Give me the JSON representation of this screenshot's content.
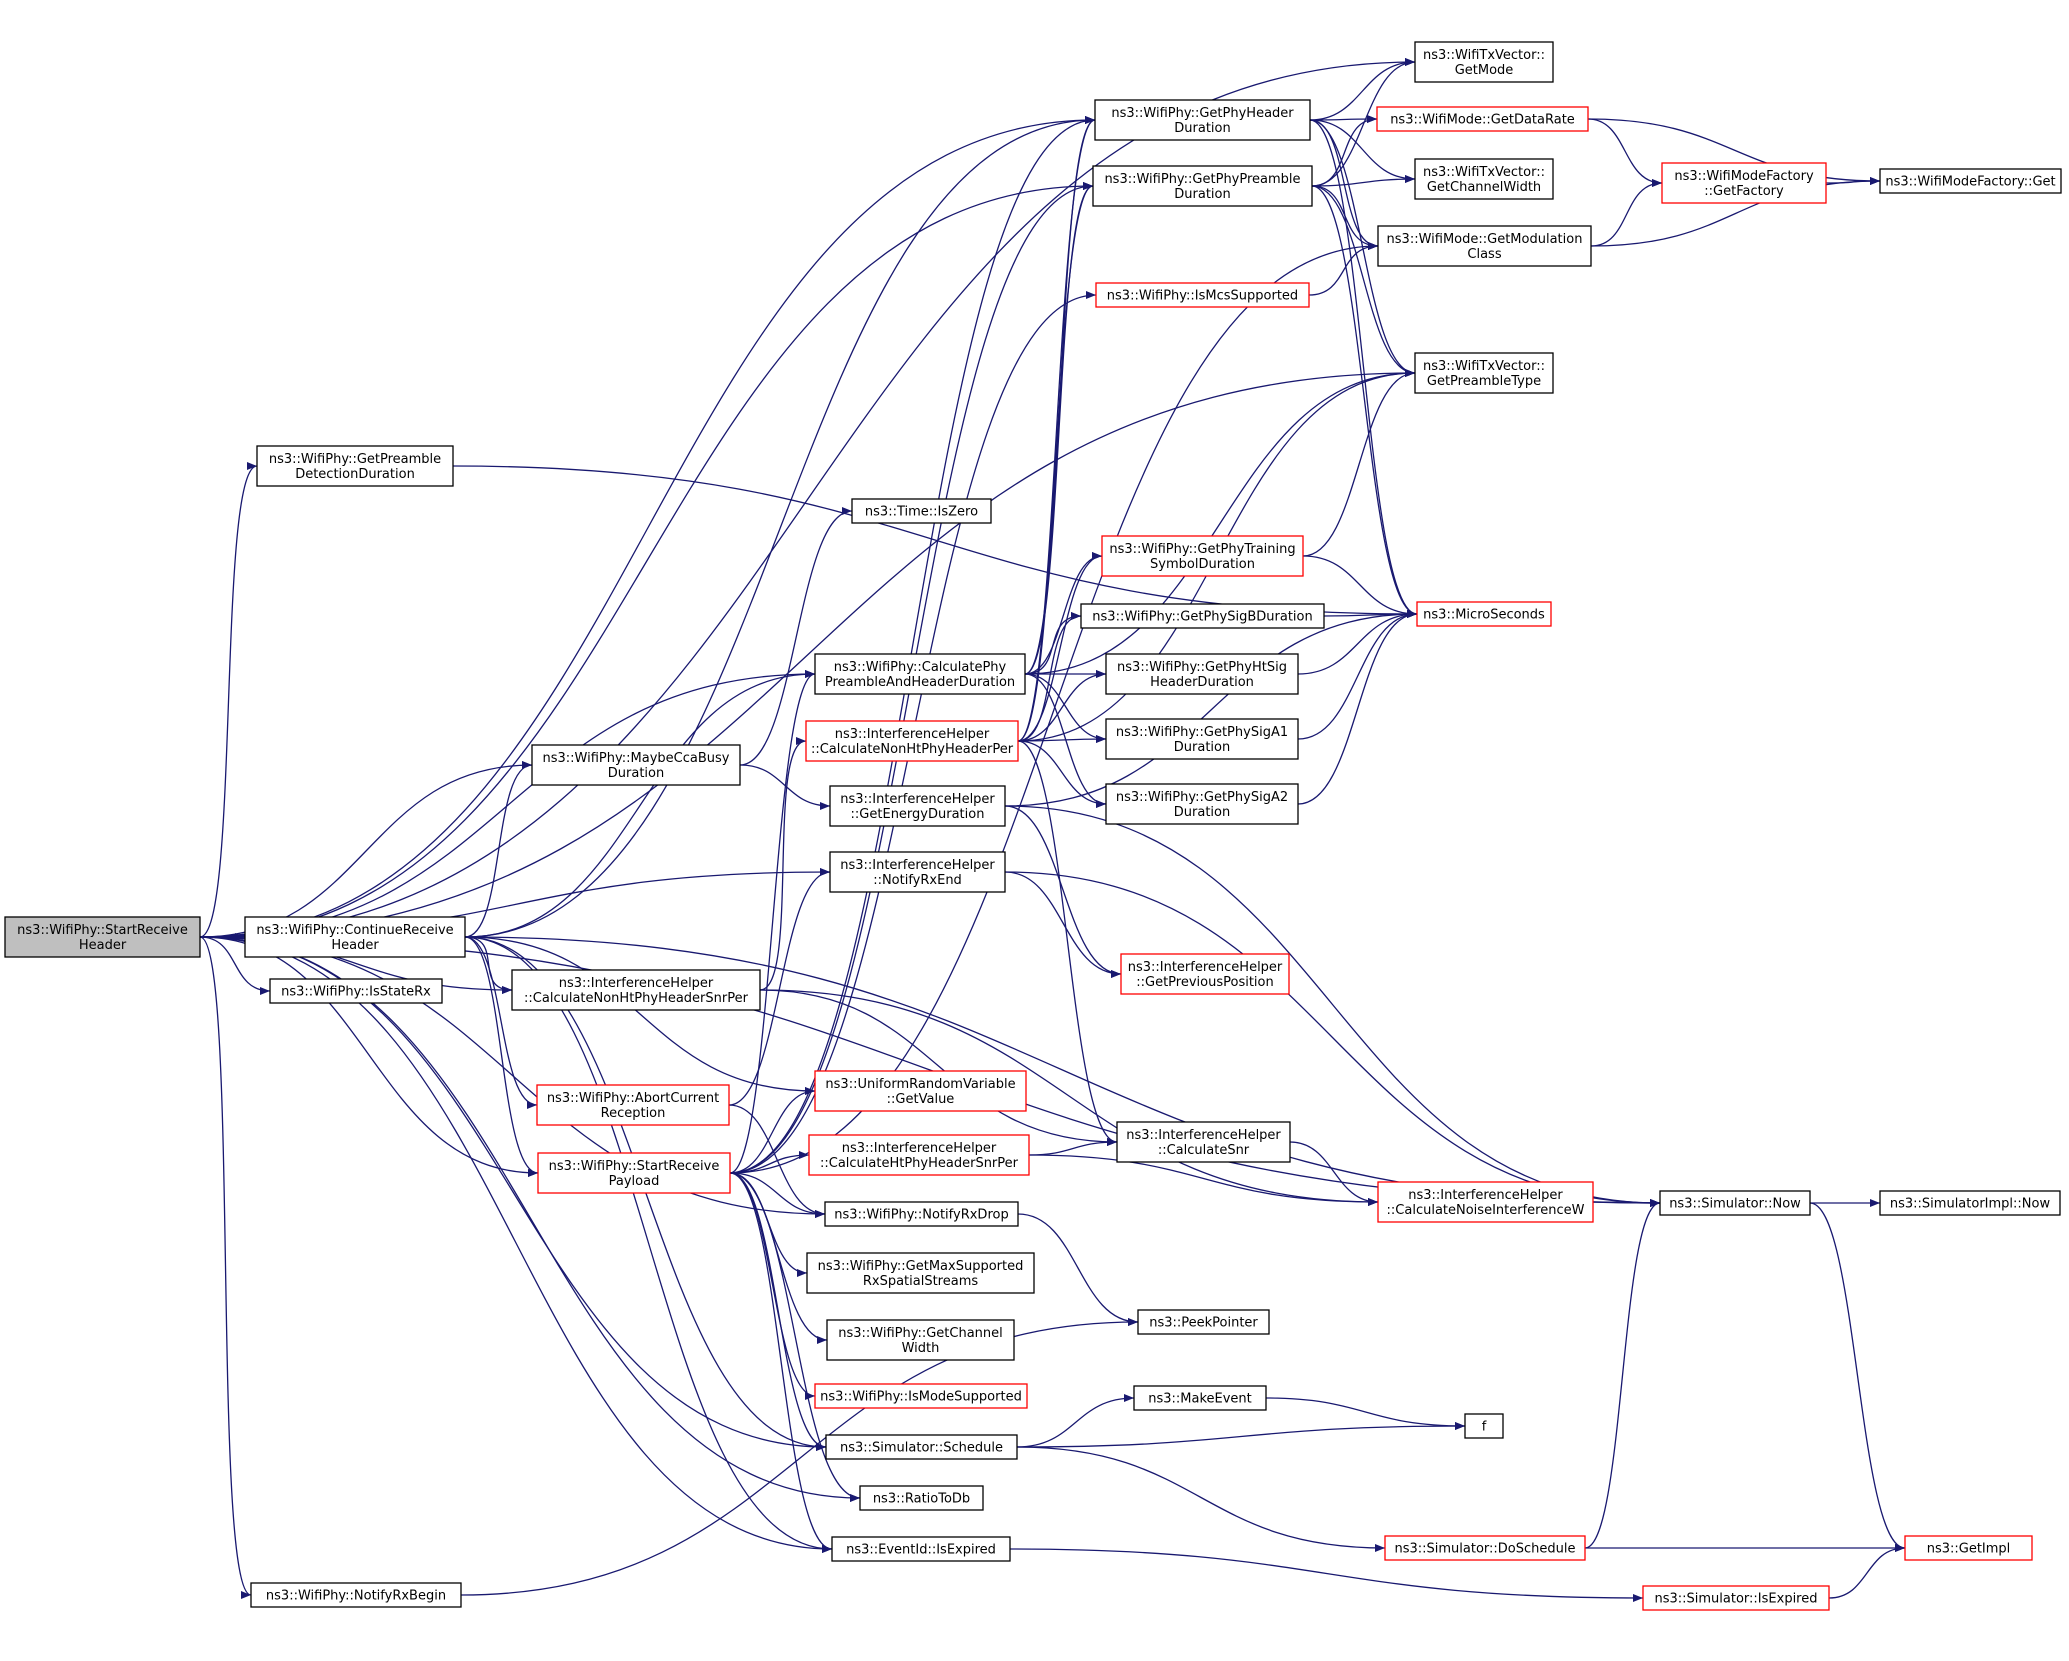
{
  "nodes": [
    {
      "id": "startHdr",
      "lines": [
        "ns3::WifiPhy::StartReceive",
        "Header"
      ],
      "style": "grey"
    },
    {
      "id": "contHdr",
      "lines": [
        "ns3::WifiPhy::ContinueReceive",
        "Header"
      ],
      "style": "black"
    },
    {
      "id": "isStateRx",
      "lines": [
        "ns3::WifiPhy::IsStateRx"
      ],
      "style": "black"
    },
    {
      "id": "getPreambleDet",
      "lines": [
        "ns3::WifiPhy::GetPreamble",
        "DetectionDuration"
      ],
      "style": "black"
    },
    {
      "id": "notifyRxBegin",
      "lines": [
        "ns3::WifiPhy::NotifyRxBegin"
      ],
      "style": "black"
    },
    {
      "id": "calcNonHtSnrPer",
      "lines": [
        "ns3::InterferenceHelper",
        "::CalculateNonHtPhyHeaderSnrPer"
      ],
      "style": "black"
    },
    {
      "id": "maybeCca",
      "lines": [
        "ns3::WifiPhy::MaybeCcaBusy",
        "Duration"
      ],
      "style": "black"
    },
    {
      "id": "abortCur",
      "lines": [
        "ns3::WifiPhy::AbortCurrent",
        "Reception"
      ],
      "style": "red"
    },
    {
      "id": "startPayload",
      "lines": [
        "ns3::WifiPhy::StartReceive",
        "Payload"
      ],
      "style": "red"
    },
    {
      "id": "timeIsZero",
      "lines": [
        "ns3::Time::IsZero"
      ],
      "style": "black"
    },
    {
      "id": "calcPhyPreHdr",
      "lines": [
        "ns3::WifiPhy::CalculatePhy",
        "PreambleAndHeaderDuration"
      ],
      "style": "black"
    },
    {
      "id": "calcNonHtPer",
      "lines": [
        "ns3::InterferenceHelper",
        "::CalculateNonHtPhyHeaderPer"
      ],
      "style": "red"
    },
    {
      "id": "getEnergyDur",
      "lines": [
        "ns3::InterferenceHelper",
        "::GetEnergyDuration"
      ],
      "style": "black"
    },
    {
      "id": "notifyRxEnd",
      "lines": [
        "ns3::InterferenceHelper",
        "::NotifyRxEnd"
      ],
      "style": "black"
    },
    {
      "id": "uniformGetValue",
      "lines": [
        "ns3::UniformRandomVariable",
        "::GetValue"
      ],
      "style": "red"
    },
    {
      "id": "calcHtSnr",
      "lines": [
        "ns3::InterferenceHelper",
        "::CalculateHtPhyHeaderSnrPer"
      ],
      "style": "red"
    },
    {
      "id": "notifyRxDrop",
      "lines": [
        "ns3::WifiPhy::NotifyRxDrop"
      ],
      "style": "black"
    },
    {
      "id": "getMaxSupStreams",
      "lines": [
        "ns3::WifiPhy::GetMaxSupported",
        "RxSpatialStreams"
      ],
      "style": "black"
    },
    {
      "id": "getChanWidth",
      "lines": [
        "ns3::WifiPhy::GetChannel",
        "Width"
      ],
      "style": "black"
    },
    {
      "id": "isModeSup",
      "lines": [
        "ns3::WifiPhy::IsModeSupported"
      ],
      "style": "red"
    },
    {
      "id": "schedule",
      "lines": [
        "ns3::Simulator::Schedule"
      ],
      "style": "black"
    },
    {
      "id": "ratioToDb",
      "lines": [
        "ns3::RatioToDb"
      ],
      "style": "black"
    },
    {
      "id": "eventIsExpired",
      "lines": [
        "ns3::EventId::IsExpired"
      ],
      "style": "black"
    },
    {
      "id": "getPhyHdrDur",
      "lines": [
        "ns3::WifiPhy::GetPhyHeader",
        "Duration"
      ],
      "style": "black"
    },
    {
      "id": "getPhyPreDur",
      "lines": [
        "ns3::WifiPhy::GetPhyPreamble",
        "Duration"
      ],
      "style": "black"
    },
    {
      "id": "isMcsSup",
      "lines": [
        "ns3::WifiPhy::IsMcsSupported"
      ],
      "style": "red"
    },
    {
      "id": "getTrainSym",
      "lines": [
        "ns3::WifiPhy::GetPhyTraining",
        "SymbolDuration"
      ],
      "style": "red"
    },
    {
      "id": "getSigBDur",
      "lines": [
        "ns3::WifiPhy::GetPhySigBDuration"
      ],
      "style": "black"
    },
    {
      "id": "getHtSigHdr",
      "lines": [
        "ns3::WifiPhy::GetPhyHtSig",
        "HeaderDuration"
      ],
      "style": "black"
    },
    {
      "id": "getSigA1",
      "lines": [
        "ns3::WifiPhy::GetPhySigA1",
        "Duration"
      ],
      "style": "black"
    },
    {
      "id": "getSigA2",
      "lines": [
        "ns3::WifiPhy::GetPhySigA2",
        "Duration"
      ],
      "style": "black"
    },
    {
      "id": "getPrevPos",
      "lines": [
        "ns3::InterferenceHelper",
        "::GetPreviousPosition"
      ],
      "style": "red"
    },
    {
      "id": "calcSnr",
      "lines": [
        "ns3::InterferenceHelper",
        "::CalculateSnr"
      ],
      "style": "black"
    },
    {
      "id": "peekPointer",
      "lines": [
        "ns3::PeekPointer"
      ],
      "style": "black"
    },
    {
      "id": "makeEvent",
      "lines": [
        "ns3::MakeEvent"
      ],
      "style": "black"
    },
    {
      "id": "doSchedule",
      "lines": [
        "ns3::Simulator::DoSchedule"
      ],
      "style": "red"
    },
    {
      "id": "txGetMode",
      "lines": [
        "ns3::WifiTxVector::",
        "GetMode"
      ],
      "style": "black"
    },
    {
      "id": "getDataRate",
      "lines": [
        "ns3::WifiMode::GetDataRate"
      ],
      "style": "red"
    },
    {
      "id": "txChanWidth",
      "lines": [
        "ns3::WifiTxVector::",
        "GetChannelWidth"
      ],
      "style": "black"
    },
    {
      "id": "getModClass",
      "lines": [
        "ns3::WifiMode::GetModulation",
        "Class"
      ],
      "style": "black"
    },
    {
      "id": "txPreType",
      "lines": [
        "ns3::WifiTxVector::",
        "GetPreambleType"
      ],
      "style": "black"
    },
    {
      "id": "microSeconds",
      "lines": [
        "ns3::MicroSeconds"
      ],
      "style": "red"
    },
    {
      "id": "calcNoise",
      "lines": [
        "ns3::InterferenceHelper",
        "::CalculateNoiseInterferenceW"
      ],
      "style": "red"
    },
    {
      "id": "f",
      "lines": [
        "f"
      ],
      "style": "black"
    },
    {
      "id": "simIsExpired",
      "lines": [
        "ns3::Simulator::IsExpired"
      ],
      "style": "red"
    },
    {
      "id": "modeFactory",
      "lines": [
        "ns3::WifiModeFactory",
        "::GetFactory"
      ],
      "style": "red"
    },
    {
      "id": "simNow",
      "lines": [
        "ns3::Simulator::Now"
      ],
      "style": "black"
    },
    {
      "id": "modeFactoryGet",
      "lines": [
        "ns3::WifiModeFactory::Get"
      ],
      "style": "black"
    },
    {
      "id": "implNow",
      "lines": [
        "ns3::SimulatorImpl::Now"
      ],
      "style": "black"
    },
    {
      "id": "getImpl",
      "lines": [
        "ns3::GetImpl"
      ],
      "style": "red"
    }
  ],
  "edges": [
    [
      "startHdr",
      "contHdr"
    ],
    [
      "startHdr",
      "isStateRx"
    ],
    [
      "startHdr",
      "getPreambleDet"
    ],
    [
      "startHdr",
      "notifyRxBegin"
    ],
    [
      "startHdr",
      "calcNonHtSnrPer"
    ],
    [
      "startHdr",
      "maybeCca"
    ],
    [
      "startHdr",
      "startPayload"
    ],
    [
      "startHdr",
      "calcPhyPreHdr"
    ],
    [
      "startHdr",
      "notifyRxEnd"
    ],
    [
      "startHdr",
      "notifyRxDrop"
    ],
    [
      "startHdr",
      "schedule"
    ],
    [
      "startHdr",
      "ratioToDb"
    ],
    [
      "startHdr",
      "eventIsExpired"
    ],
    [
      "startHdr",
      "txGetMode"
    ],
    [
      "startHdr",
      "getPhyHdrDur"
    ],
    [
      "startHdr",
      "getPhyPreDur"
    ],
    [
      "startHdr",
      "txPreType"
    ],
    [
      "startHdr",
      "simNow"
    ],
    [
      "contHdr",
      "maybeCca"
    ],
    [
      "contHdr",
      "calcNonHtSnrPer"
    ],
    [
      "contHdr",
      "abortCur"
    ],
    [
      "contHdr",
      "startPayload"
    ],
    [
      "contHdr",
      "uniformGetValue"
    ],
    [
      "contHdr",
      "calcPhyPreHdr"
    ],
    [
      "contHdr",
      "getPhyHdrDur"
    ],
    [
      "contHdr",
      "schedule"
    ],
    [
      "contHdr",
      "eventIsExpired"
    ],
    [
      "contHdr",
      "simNow"
    ],
    [
      "getPreambleDet",
      "microSeconds"
    ],
    [
      "notifyRxBegin",
      "peekPointer"
    ],
    [
      "calcNonHtSnrPer",
      "calcNonHtPer"
    ],
    [
      "calcNonHtSnrPer",
      "calcSnr"
    ],
    [
      "calcNonHtSnrPer",
      "calcNoise"
    ],
    [
      "maybeCca",
      "timeIsZero"
    ],
    [
      "maybeCca",
      "getEnergyDur"
    ],
    [
      "abortCur",
      "notifyRxEnd"
    ],
    [
      "abortCur",
      "notifyRxDrop"
    ],
    [
      "startPayload",
      "calcPhyPreHdr"
    ],
    [
      "startPayload",
      "getPhyPreDur"
    ],
    [
      "startPayload",
      "getPhyHdrDur"
    ],
    [
      "startPayload",
      "uniformGetValue"
    ],
    [
      "startPayload",
      "calcHtSnr"
    ],
    [
      "startPayload",
      "notifyRxDrop"
    ],
    [
      "startPayload",
      "getMaxSupStreams"
    ],
    [
      "startPayload",
      "getChanWidth"
    ],
    [
      "startPayload",
      "isModeSup"
    ],
    [
      "startPayload",
      "schedule"
    ],
    [
      "startPayload",
      "ratioToDb"
    ],
    [
      "startPayload",
      "eventIsExpired"
    ],
    [
      "startPayload",
      "isMcsSup"
    ],
    [
      "startPayload",
      "getModClass"
    ],
    [
      "calcPhyPreHdr",
      "getPhyHdrDur"
    ],
    [
      "calcPhyPreHdr",
      "getPhyPreDur"
    ],
    [
      "calcPhyPreHdr",
      "getTrainSym"
    ],
    [
      "calcPhyPreHdr",
      "getSigBDur"
    ],
    [
      "calcPhyPreHdr",
      "getHtSigHdr"
    ],
    [
      "calcPhyPreHdr",
      "getSigA1"
    ],
    [
      "calcPhyPreHdr",
      "getSigA2"
    ],
    [
      "calcPhyPreHdr",
      "txPreType"
    ],
    [
      "calcNonHtPer",
      "getPhyHdrDur"
    ],
    [
      "calcNonHtPer",
      "getPhyPreDur"
    ],
    [
      "calcNonHtPer",
      "getTrainSym"
    ],
    [
      "calcNonHtPer",
      "getSigBDur"
    ],
    [
      "calcNonHtPer",
      "getHtSigHdr"
    ],
    [
      "calcNonHtPer",
      "getSigA1"
    ],
    [
      "calcNonHtPer",
      "getSigA2"
    ],
    [
      "calcNonHtPer",
      "txPreType"
    ],
    [
      "calcNonHtPer",
      "calcSnr"
    ],
    [
      "getEnergyDur",
      "getPrevPos"
    ],
    [
      "getEnergyDur",
      "simNow"
    ],
    [
      "getEnergyDur",
      "microSeconds"
    ],
    [
      "notifyRxEnd",
      "getPrevPos"
    ],
    [
      "notifyRxEnd",
      "simNow"
    ],
    [
      "calcHtSnr",
      "calcSnr"
    ],
    [
      "calcHtSnr",
      "calcNoise"
    ],
    [
      "notifyRxDrop",
      "peekPointer"
    ],
    [
      "schedule",
      "makeEvent"
    ],
    [
      "schedule",
      "f"
    ],
    [
      "schedule",
      "doSchedule"
    ],
    [
      "eventIsExpired",
      "simIsExpired"
    ],
    [
      "getPhyHdrDur",
      "txGetMode"
    ],
    [
      "getPhyHdrDur",
      "getDataRate"
    ],
    [
      "getPhyHdrDur",
      "txChanWidth"
    ],
    [
      "getPhyHdrDur",
      "getModClass"
    ],
    [
      "getPhyHdrDur",
      "txPreType"
    ],
    [
      "getPhyHdrDur",
      "microSeconds"
    ],
    [
      "getPhyPreDur",
      "txGetMode"
    ],
    [
      "getPhyPreDur",
      "getDataRate"
    ],
    [
      "getPhyPreDur",
      "txChanWidth"
    ],
    [
      "getPhyPreDur",
      "getModClass"
    ],
    [
      "getPhyPreDur",
      "txPreType"
    ],
    [
      "getPhyPreDur",
      "microSeconds"
    ],
    [
      "isMcsSup",
      "getModClass"
    ],
    [
      "getTrainSym",
      "txPreType"
    ],
    [
      "getTrainSym",
      "microSeconds"
    ],
    [
      "getSigBDur",
      "microSeconds"
    ],
    [
      "getHtSigHdr",
      "microSeconds"
    ],
    [
      "getSigA1",
      "microSeconds"
    ],
    [
      "getSigA2",
      "microSeconds"
    ],
    [
      "calcSnr",
      "calcNoise"
    ],
    [
      "calcNoise",
      "simNow"
    ],
    [
      "makeEvent",
      "f"
    ],
    [
      "doSchedule",
      "simNow"
    ],
    [
      "doSchedule",
      "getImpl"
    ],
    [
      "simIsExpired",
      "getImpl"
    ],
    [
      "getDataRate",
      "modeFactory"
    ],
    [
      "getDataRate",
      "modeFactoryGet"
    ],
    [
      "getModClass",
      "modeFactory"
    ],
    [
      "getModClass",
      "modeFactoryGet"
    ],
    [
      "modeFactory",
      "modeFactoryGet"
    ],
    [
      "simNow",
      "implNow"
    ],
    [
      "simNow",
      "getImpl"
    ]
  ]
}
